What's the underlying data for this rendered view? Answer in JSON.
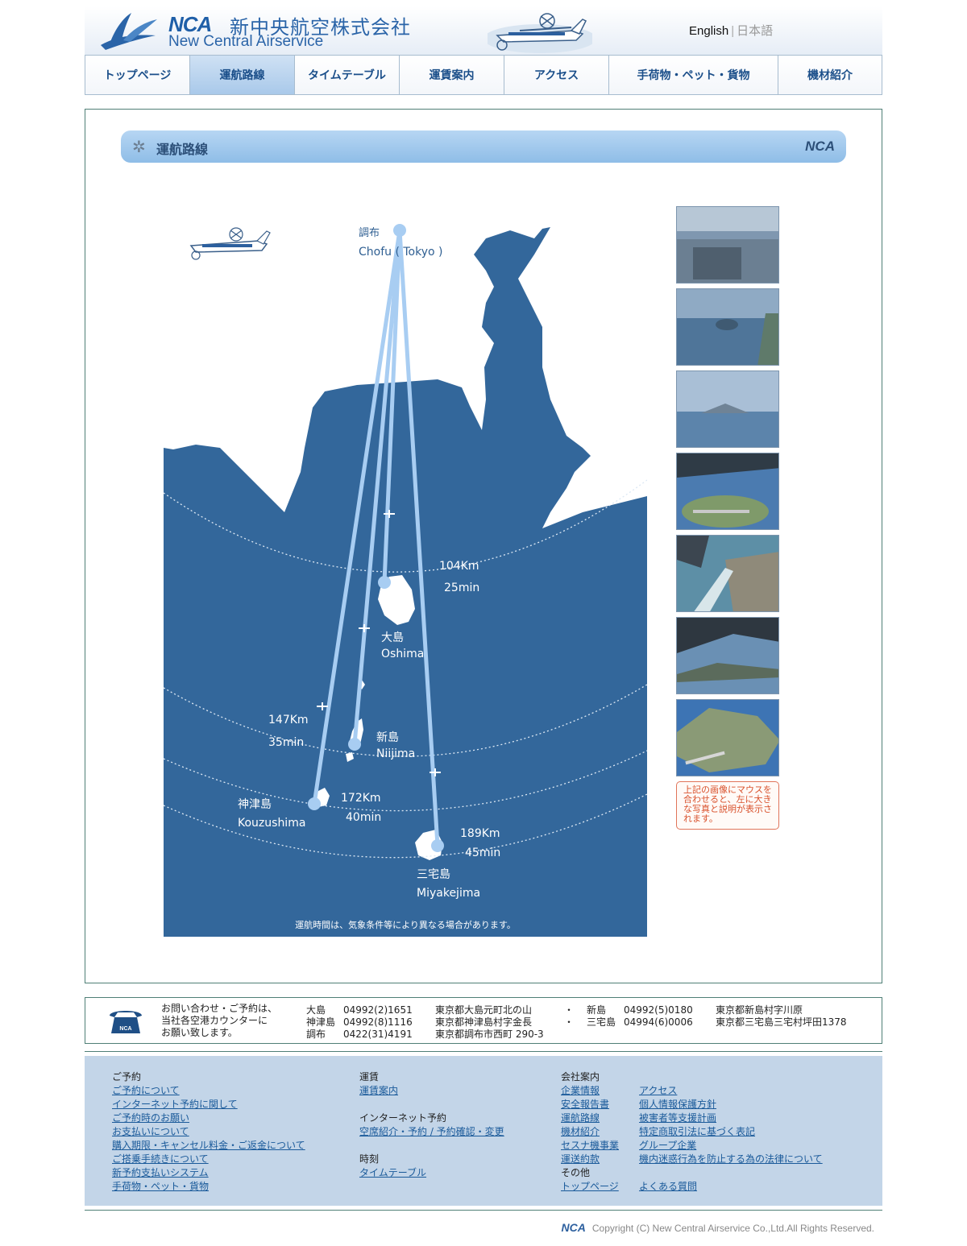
{
  "header": {
    "logo_mark": "NCA",
    "company_jp": "新中央航空株式会社",
    "company_en": "New Central Airservice",
    "lang_en": "English",
    "lang_sep": "|",
    "lang_jp": "日本語"
  },
  "nav": {
    "items": [
      {
        "label": "トップページ"
      },
      {
        "label": "運航路線",
        "active": true
      },
      {
        "label": "タイムテーブル"
      },
      {
        "label": "運賃案内"
      },
      {
        "label": "アクセス"
      },
      {
        "label": "手荷物・ペット・貨物"
      },
      {
        "label": "機材紹介"
      }
    ]
  },
  "page": {
    "title": "運航路線",
    "title_logo": "NCA",
    "icons": {
      "title": "star-icon",
      "phone": "telephone-icon"
    },
    "colors": {
      "sea": "#33679b",
      "land": "#ffffff",
      "route": "#a8cdf2",
      "accent": "#1f5fa8",
      "note": "#d9512c"
    }
  },
  "map": {
    "origin": {
      "jp": "調布",
      "en": "Chofu ( Tokyo )"
    },
    "routes": [
      {
        "distance": "104Km",
        "time": "25min",
        "jp": "大島",
        "en": "Oshima"
      },
      {
        "distance": "147Km",
        "time": "35min",
        "jp": "新島",
        "en": "Niijima"
      },
      {
        "distance": "172Km",
        "time": "40min",
        "jp": "神津島",
        "en": "Kouzushima"
      },
      {
        "distance": "189Km",
        "time": "45min",
        "jp": "三宅島",
        "en": "Miyakejima"
      }
    ],
    "note": "運航時間は、気象条件等により異なる場合があります。"
  },
  "thumbs": {
    "note": "上記の画像にマウスを合わせると、左に大きな写真と説明が表示されます。"
  },
  "contact": {
    "intro": [
      "お問い合わせ・ご予約は、",
      "当社各空港カウンターに",
      "お願い致します。"
    ],
    "icon_label": "NCA",
    "bullet": "・",
    "rows": [
      {
        "name": "大島",
        "tel": "04992(2)1651",
        "addr": "東京都大島元町北の山"
      },
      {
        "name": "神津島",
        "tel": "04992(8)1116",
        "addr": "東京都神津島村字金長"
      },
      {
        "name": "調布",
        "tel": "0422(31)4191",
        "addr": "東京都調布市西町 290-3"
      },
      {
        "name": "新島",
        "tel": "04992(5)0180",
        "addr": "東京都新島村字川原"
      },
      {
        "name": "三宅島",
        "tel": "04994(6)0006",
        "addr": "東京都三宅島三宅村坪田1378"
      }
    ]
  },
  "footer": {
    "reservation": {
      "head": "ご予約",
      "links": [
        "ご予約について",
        "インターネット予約に関して",
        "ご予約時のお願い",
        "お支払いについて",
        "購入期限・キャンセル料金・ご返金について",
        "ご搭乗手続きについて",
        "新予約支払いシステム",
        "手荷物・ペット・貨物"
      ]
    },
    "fare": {
      "head": "運賃",
      "links": [
        "運賃案内"
      ]
    },
    "internet": {
      "head": "インターネット予約",
      "links": [
        "空席紹介・予約 / 予約確認・変更"
      ]
    },
    "timetable": {
      "head": "時刻",
      "links": [
        "タイムテーブル"
      ]
    },
    "company": {
      "head": "会社案内",
      "links": [
        "企業情報",
        "安全報告書",
        "運航路線",
        "機材紹介",
        "セスナ機事業",
        "運送約款"
      ]
    },
    "company2": {
      "links": [
        "アクセス",
        "個人情報保護方針",
        "被害者等支援計画",
        "特定商取引法に基づく表記",
        "グループ企業",
        "機内迷惑行為を防止する為の法律について"
      ]
    },
    "other": {
      "head": "その他",
      "links": [
        "トップページ",
        "よくある質問"
      ]
    }
  },
  "copyright": {
    "logo": "NCA",
    "text": "Copyright (C) New Central Airservice Co.,Ltd.All Rights Reserved."
  }
}
